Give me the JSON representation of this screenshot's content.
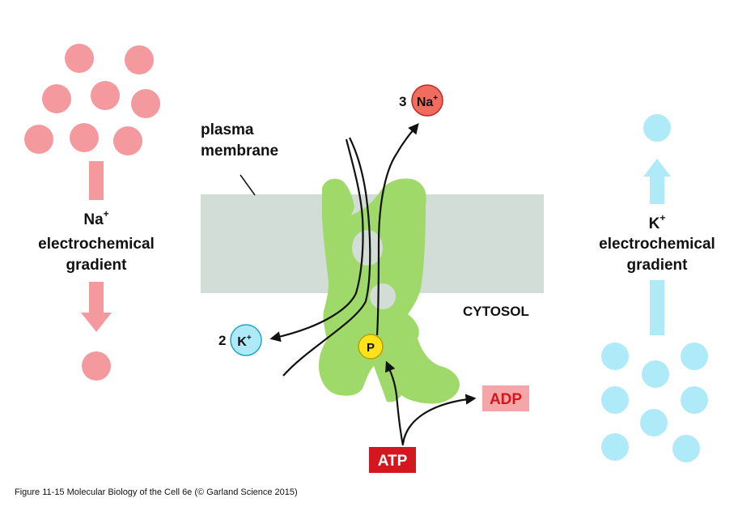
{
  "left_panel": {
    "ion": "Na",
    "charge": "+",
    "line1": "electrochemical",
    "line2": "gradient"
  },
  "right_panel": {
    "ion": "K",
    "charge": "+",
    "line1": "electrochemical",
    "line2": "gradient"
  },
  "membrane_label": {
    "line1": "plasma",
    "line2": "membrane"
  },
  "cytosol_label": "CYTOSOL",
  "na_out": {
    "count": "3",
    "ion": "Na",
    "charge": "+"
  },
  "k_in": {
    "count": "2",
    "ion": "K",
    "charge": "+"
  },
  "phosphate": "P",
  "atp": "ATP",
  "adp": "ADP",
  "caption": "Figure 11-15  Molecular Biology of the Cell 6e (© Garland Science 2015)",
  "colors": {
    "na": "#f49a9f",
    "k": "#aeeaf8",
    "membrane": "#d3ddd7",
    "protein": "#9fd96a",
    "phosphate": "#ffe21a",
    "atp": "#d4161f",
    "adp": "#f5a6a8",
    "na_out_fill": "#f06c5f"
  }
}
